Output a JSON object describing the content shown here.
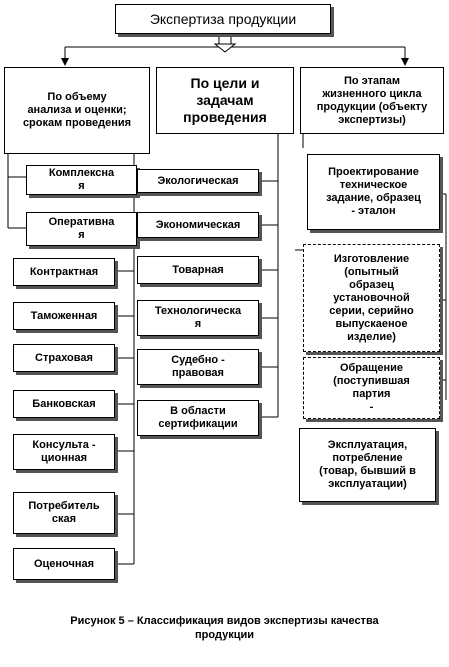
{
  "title": "Экспертиза продукции",
  "categories": [
    {
      "label": "По объему\nанализа и оценки;\nсрокам проведения"
    },
    {
      "label": "По цели и\nзадачам\nпроведения"
    },
    {
      "label": "По этапам\nжизненного цикла\nпродукции (объекту\nэкспертизы)"
    }
  ],
  "col1": [
    "Комплексна\nя",
    "Оперативна\nя",
    "Контрактная",
    "Таможенная",
    "Страховая",
    "Банковская",
    "Консульта -\nционная",
    "Потребитель\nская",
    "Оценочная"
  ],
  "col2": [
    "Экологическая",
    "Экономическая",
    "Товарная",
    "Технологическа\nя",
    "Судебно -\nправовая",
    "В области\nсертификации"
  ],
  "col3": [
    "Проектирование\nтехническое\nзадание, образец\n- эталон",
    "Изготовление\n(опытный\nобразец\nустановочной\nсерии, серийно\nвыпускаеное\nизделие)",
    "Обращение\n(поступившая\nпартия\n-",
    "Эксплуатация,\nпотребление\n(товар, бывший в\nэксплуатации)"
  ],
  "caption": "Рисунок 5 – Классификация видов экспертизы качества\nпродукции"
}
